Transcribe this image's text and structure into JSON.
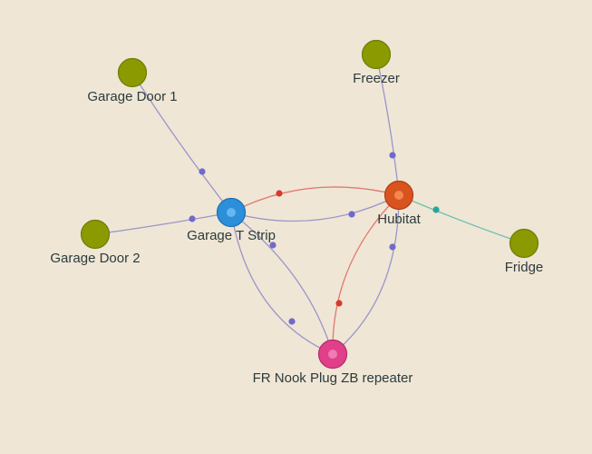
{
  "graph": {
    "nodes": [
      {
        "id": "garage_door_1",
        "label": "Garage Door 1",
        "kind": "device",
        "color": "#8a9a00"
      },
      {
        "id": "freezer",
        "label": "Freezer",
        "kind": "device",
        "color": "#8a9a00"
      },
      {
        "id": "garage_t_strip",
        "label": "Garage T Strip",
        "kind": "router",
        "color": "#2b8fd9"
      },
      {
        "id": "hubitat",
        "label": "Hubitat",
        "kind": "hub",
        "color": "#d9531e"
      },
      {
        "id": "garage_door_2",
        "label": "Garage Door 2",
        "kind": "device",
        "color": "#8a9a00"
      },
      {
        "id": "fridge",
        "label": "Fridge",
        "kind": "device",
        "color": "#8a9a00"
      },
      {
        "id": "fr_nook_plug",
        "label": "FR Nook Plug ZB repeater",
        "kind": "repeater",
        "color": "#e0408a"
      }
    ],
    "edges": [
      {
        "from": "garage_door_1",
        "to": "garage_t_strip",
        "color": "#9a96c8"
      },
      {
        "from": "garage_door_2",
        "to": "garage_t_strip",
        "color": "#9a96c8"
      },
      {
        "from": "freezer",
        "to": "hubitat",
        "color": "#9a96c8"
      },
      {
        "from": "fridge",
        "to": "hubitat",
        "color": "#6fc0b4"
      },
      {
        "from": "garage_t_strip",
        "to": "hubitat",
        "color": "#e07a6c"
      },
      {
        "from": "hubitat",
        "to": "garage_t_strip",
        "color": "#9a96c8"
      },
      {
        "from": "fr_nook_plug",
        "to": "hubitat",
        "color": "#e07a6c"
      },
      {
        "from": "hubitat",
        "to": "fr_nook_plug",
        "color": "#9a96c8"
      },
      {
        "from": "garage_t_strip",
        "to": "fr_nook_plug",
        "color": "#9a96c8"
      },
      {
        "from": "fr_nook_plug",
        "to": "garage_t_strip",
        "color": "#9a96c8"
      }
    ]
  }
}
